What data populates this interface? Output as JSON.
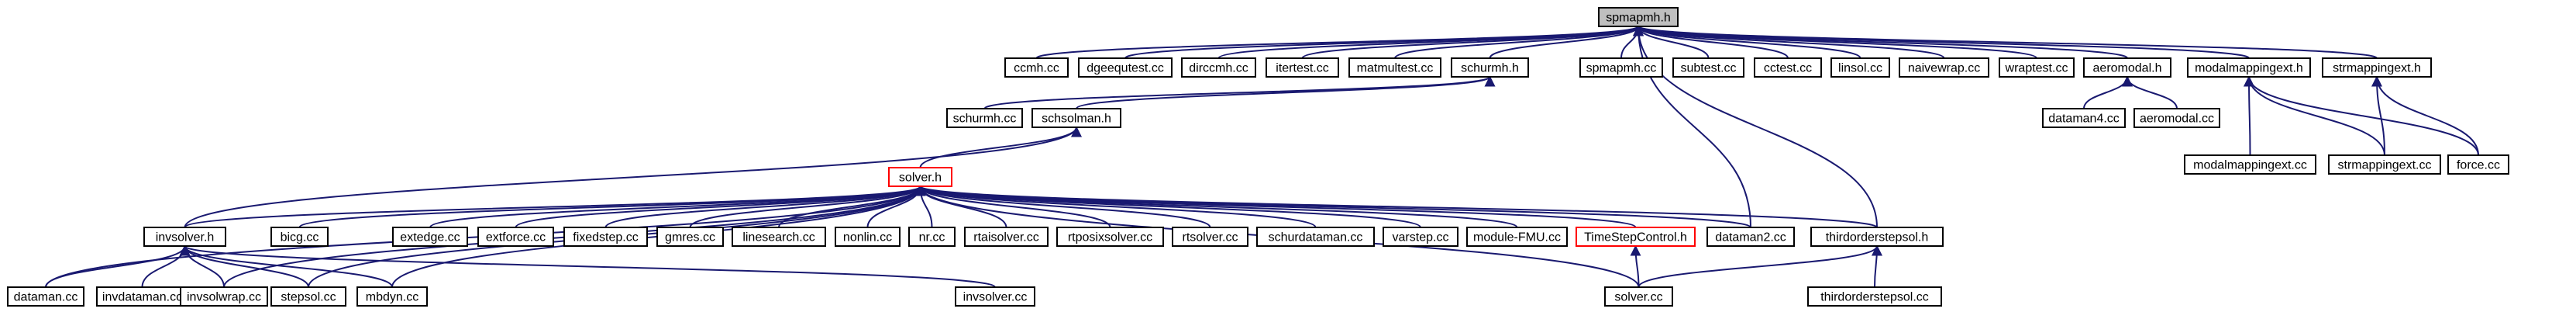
{
  "graph": {
    "colors": {
      "edge": "#191970",
      "root_fill": "#bfbfbf",
      "highlight_border": "#ff0000",
      "border": "#000000"
    },
    "nodes": [
      {
        "id": "spmapmh_h",
        "label": "spmapmh.h",
        "style": "root"
      },
      {
        "id": "ccmh_cc",
        "label": "ccmh.cc"
      },
      {
        "id": "dgeequtest_cc",
        "label": "dgeequtest.cc"
      },
      {
        "id": "dirccmh_cc",
        "label": "dirccmh.cc"
      },
      {
        "id": "itertest_cc",
        "label": "itertest.cc"
      },
      {
        "id": "matmultest_cc",
        "label": "matmultest.cc"
      },
      {
        "id": "schurmh_h",
        "label": "schurmh.h"
      },
      {
        "id": "spmapmh_cc",
        "label": "spmapmh.cc"
      },
      {
        "id": "subtest_cc",
        "label": "subtest.cc"
      },
      {
        "id": "cctest_cc",
        "label": "cctest.cc"
      },
      {
        "id": "linsol_cc",
        "label": "linsol.cc"
      },
      {
        "id": "naivewrap_cc",
        "label": "naivewrap.cc"
      },
      {
        "id": "wraptest_cc",
        "label": "wraptest.cc"
      },
      {
        "id": "aeromodal_h",
        "label": "aeromodal.h"
      },
      {
        "id": "modalmappingext_h",
        "label": "modalmappingext.h"
      },
      {
        "id": "strmappingext_h",
        "label": "strmappingext.h"
      },
      {
        "id": "schurmh_cc",
        "label": "schurmh.cc"
      },
      {
        "id": "schsolman_h",
        "label": "schsolman.h"
      },
      {
        "id": "dataman4_cc",
        "label": "dataman4.cc"
      },
      {
        "id": "aeromodal_cc",
        "label": "aeromodal.cc"
      },
      {
        "id": "modalmappingext_cc",
        "label": "modalmappingext.cc"
      },
      {
        "id": "strmappingext_cc",
        "label": "strmappingext.cc"
      },
      {
        "id": "force_cc",
        "label": "force.cc"
      },
      {
        "id": "solver_h",
        "label": "solver.h",
        "style": "red"
      },
      {
        "id": "invsolver_h",
        "label": "invsolver.h"
      },
      {
        "id": "bicg_cc",
        "label": "bicg.cc"
      },
      {
        "id": "extedge_cc",
        "label": "extedge.cc"
      },
      {
        "id": "extforce_cc",
        "label": "extforce.cc"
      },
      {
        "id": "fixedstep_cc",
        "label": "fixedstep.cc"
      },
      {
        "id": "gmres_cc",
        "label": "gmres.cc"
      },
      {
        "id": "linesearch_cc",
        "label": "linesearch.cc"
      },
      {
        "id": "nonlin_cc",
        "label": "nonlin.cc"
      },
      {
        "id": "nr_cc",
        "label": "nr.cc"
      },
      {
        "id": "rtaisolver_cc",
        "label": "rtaisolver.cc"
      },
      {
        "id": "rtposixsolver_cc",
        "label": "rtposixsolver.cc"
      },
      {
        "id": "rtsolver_cc",
        "label": "rtsolver.cc"
      },
      {
        "id": "schurdataman_cc",
        "label": "schurdataman.cc"
      },
      {
        "id": "varstep_cc",
        "label": "varstep.cc"
      },
      {
        "id": "module_fmu_cc",
        "label": "module-FMU.cc"
      },
      {
        "id": "timestepcontrol_h",
        "label": "TimeStepControl.h",
        "style": "red"
      },
      {
        "id": "dataman2_cc",
        "label": "dataman2.cc"
      },
      {
        "id": "thirdorderstepsol_h",
        "label": "thirdorderstepsol.h"
      },
      {
        "id": "dataman_cc",
        "label": "dataman.cc"
      },
      {
        "id": "invdataman_cc",
        "label": "invdataman.cc"
      },
      {
        "id": "invsolwrap_cc",
        "label": "invsolwrap.cc"
      },
      {
        "id": "stepsol_cc",
        "label": "stepsol.cc"
      },
      {
        "id": "mbdyn_cc",
        "label": "mbdyn.cc"
      },
      {
        "id": "invsolver_cc",
        "label": "invsolver.cc"
      },
      {
        "id": "solver_cc",
        "label": "solver.cc"
      },
      {
        "id": "thirdorderstepsol_cc",
        "label": "thirdorderstepsol.cc"
      }
    ],
    "edges": [
      [
        "ccmh_cc",
        "spmapmh_h"
      ],
      [
        "dgeequtest_cc",
        "spmapmh_h"
      ],
      [
        "dirccmh_cc",
        "spmapmh_h"
      ],
      [
        "itertest_cc",
        "spmapmh_h"
      ],
      [
        "matmultest_cc",
        "spmapmh_h"
      ],
      [
        "schurmh_h",
        "spmapmh_h"
      ],
      [
        "spmapmh_cc",
        "spmapmh_h"
      ],
      [
        "subtest_cc",
        "spmapmh_h"
      ],
      [
        "cctest_cc",
        "spmapmh_h"
      ],
      [
        "linsol_cc",
        "spmapmh_h"
      ],
      [
        "naivewrap_cc",
        "spmapmh_h"
      ],
      [
        "wraptest_cc",
        "spmapmh_h"
      ],
      [
        "aeromodal_h",
        "spmapmh_h"
      ],
      [
        "modalmappingext_h",
        "spmapmh_h"
      ],
      [
        "strmappingext_h",
        "spmapmh_h"
      ],
      [
        "dataman2_cc",
        "spmapmh_h"
      ],
      [
        "thirdorderstepsol_h",
        "spmapmh_h"
      ],
      [
        "schurmh_cc",
        "schurmh_h"
      ],
      [
        "schsolman_h",
        "schurmh_h"
      ],
      [
        "dataman4_cc",
        "aeromodal_h"
      ],
      [
        "aeromodal_cc",
        "aeromodal_h"
      ],
      [
        "modalmappingext_cc",
        "modalmappingext_h"
      ],
      [
        "strmappingext_cc",
        "modalmappingext_h"
      ],
      [
        "force_cc",
        "modalmappingext_h"
      ],
      [
        "strmappingext_cc",
        "strmappingext_h"
      ],
      [
        "force_cc",
        "strmappingext_h"
      ],
      [
        "solver_h",
        "schsolman_h"
      ],
      [
        "invsolver_h",
        "schsolman_h"
      ],
      [
        "invsolver_h",
        "solver_h"
      ],
      [
        "bicg_cc",
        "solver_h"
      ],
      [
        "extedge_cc",
        "solver_h"
      ],
      [
        "extforce_cc",
        "solver_h"
      ],
      [
        "fixedstep_cc",
        "solver_h"
      ],
      [
        "gmres_cc",
        "solver_h"
      ],
      [
        "linesearch_cc",
        "solver_h"
      ],
      [
        "nonlin_cc",
        "solver_h"
      ],
      [
        "nr_cc",
        "solver_h"
      ],
      [
        "rtaisolver_cc",
        "solver_h"
      ],
      [
        "rtposixsolver_cc",
        "solver_h"
      ],
      [
        "rtsolver_cc",
        "solver_h"
      ],
      [
        "schurdataman_cc",
        "solver_h"
      ],
      [
        "varstep_cc",
        "solver_h"
      ],
      [
        "module_fmu_cc",
        "solver_h"
      ],
      [
        "timestepcontrol_h",
        "solver_h"
      ],
      [
        "dataman2_cc",
        "solver_h"
      ],
      [
        "thirdorderstepsol_h",
        "solver_h"
      ],
      [
        "dataman_cc",
        "solver_h"
      ],
      [
        "invsolwrap_cc",
        "solver_h"
      ],
      [
        "stepsol_cc",
        "solver_h"
      ],
      [
        "mbdyn_cc",
        "solver_h"
      ],
      [
        "solver_cc",
        "solver_h"
      ],
      [
        "dataman_cc",
        "invsolver_h"
      ],
      [
        "invdataman_cc",
        "invsolver_h"
      ],
      [
        "invsolwrap_cc",
        "invsolver_h"
      ],
      [
        "stepsol_cc",
        "invsolver_h"
      ],
      [
        "mbdyn_cc",
        "invsolver_h"
      ],
      [
        "invsolver_cc",
        "invsolver_h"
      ],
      [
        "solver_cc",
        "timestepcontrol_h"
      ],
      [
        "solver_cc",
        "thirdorderstepsol_h"
      ],
      [
        "thirdorderstepsol_cc",
        "thirdorderstepsol_h"
      ]
    ]
  }
}
